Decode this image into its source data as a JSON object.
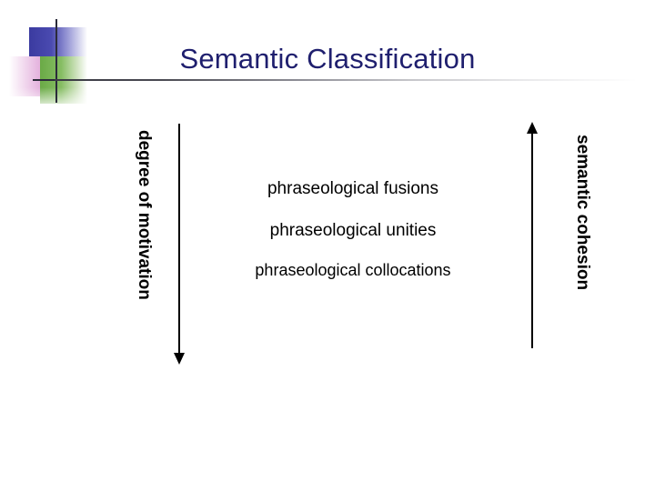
{
  "slide": {
    "title": "Semantic Classification",
    "background_color": "#ffffff",
    "title_color": "#1f1f6e"
  },
  "logo": {
    "name": "decorative-squares-mark",
    "blue_color": "#3b3ba0",
    "magenta_color": "#d58fd0",
    "green_color": "#6aaa46",
    "rule_color": "#2b2b3a"
  },
  "axes": {
    "left": {
      "label": "degree of motivation",
      "direction": "down",
      "color": "#000000"
    },
    "right": {
      "label": "semantic cohesion",
      "direction": "up",
      "color": "#000000"
    }
  },
  "terms": [
    {
      "text": "phraseological fusions"
    },
    {
      "text": "phraseological unities"
    },
    {
      "text": "phraseological collocations"
    }
  ]
}
